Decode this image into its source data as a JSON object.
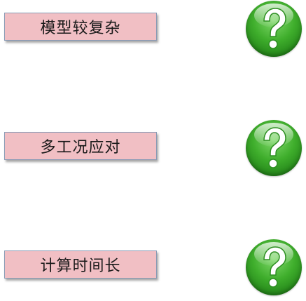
{
  "items": [
    {
      "label": "模型较复杂",
      "icon": "help-question-icon"
    },
    {
      "label": "多工况应对",
      "icon": "help-question-icon"
    },
    {
      "label": "计算时间长",
      "icon": "help-question-icon"
    }
  ],
  "colors": {
    "label_fill": "#f1bfc4",
    "label_border": "#8a9bb5",
    "icon_green": "#3fae2c"
  }
}
